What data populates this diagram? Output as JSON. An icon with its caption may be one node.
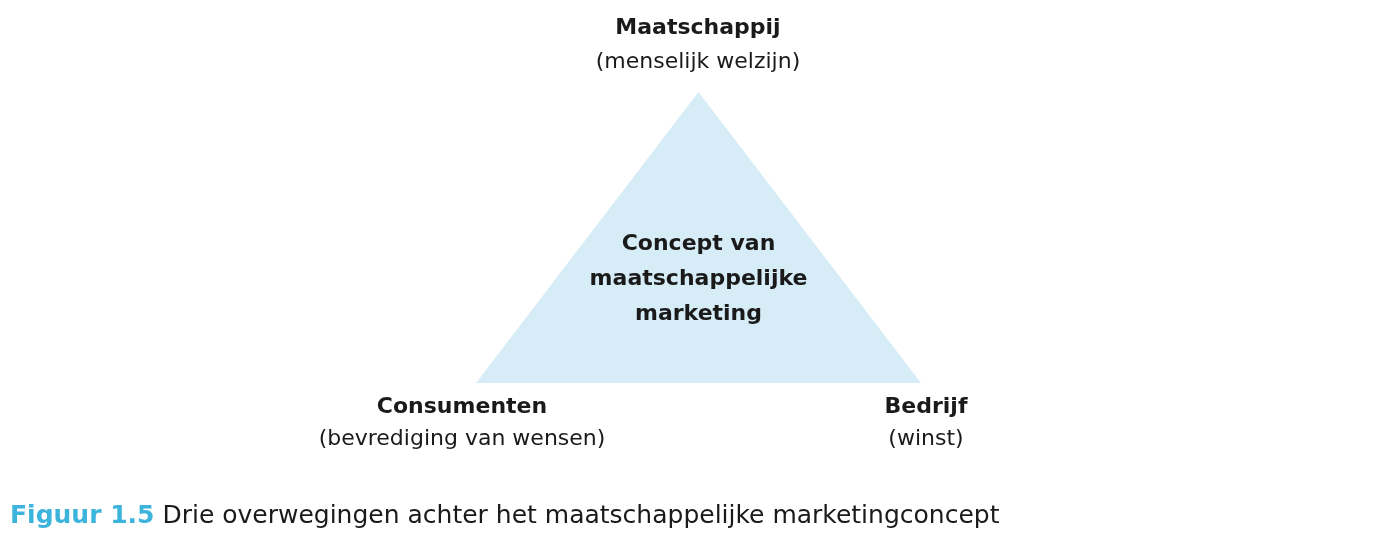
{
  "diagram": {
    "caption": "**Figuur 1.5** Drie overwegingen achter het maatschappelijke marketingconcept",
    "nodes": [
      {
        "text": [
          "Concept van maatschappelijke marketing"
        ]
      }
    ],
    "labels": [
      "Maatschappij",
      "(menselijk welzijn)",
      "Consumenten",
      "(bevrediging van wensen)",
      "Bedrijf",
      "(winst)"
    ]
  }
}
